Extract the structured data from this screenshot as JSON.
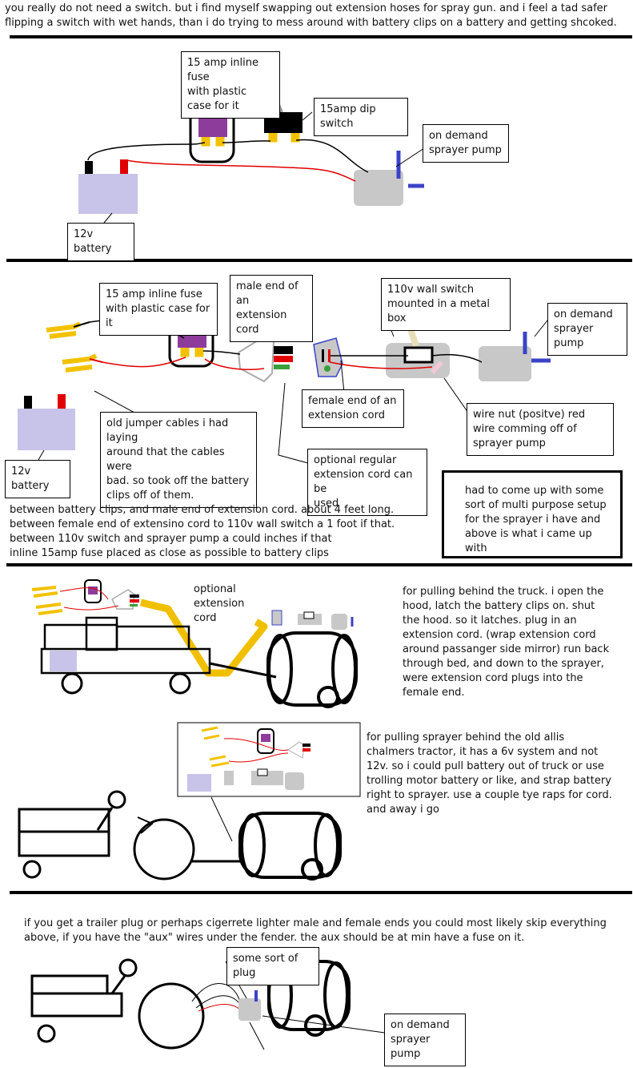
{
  "intro": "you really do not need a switch. but i find myself swapping out extension hoses for spray gun.  and i feel a tad safer flipping a switch with wet hands, than i do trying to mess around with battery clips on a battery and getting shcoked.",
  "panel1": {
    "fuse_label": "15 amp inline fuse\nwith plastic case for it",
    "switch_label": "15amp dip switch",
    "pump_label": "on demand\nsprayer pump",
    "battery_label": "12v battery"
  },
  "panel2": {
    "fuse_label": "15 amp inline fuse\nwith plastic case for it",
    "male_end_label": "male end of an\nextension cord",
    "wall_switch_label": "110v wall switch\nmounted in a metal box",
    "pump_label": "on demand\nsprayer pump",
    "female_end_label": "female end of an\nextension cord",
    "wire_nut_label": "wire nut (positve) red\nwire comming off of\nsprayer pump",
    "jumper_label": "old jumper cables i had laying\naround that the cables were\nbad. so took off the battery\nclips off of them.",
    "battery_label": "12v battery",
    "optional_cord_label": "optional regular\nextension cord can be\nused",
    "notes": "between battery clips, and male end of extension cord. about 4 feet long.\nbetween female end of extensino cord to 110v wall switch a 1 foot if that.\nbetween 110v switch and sprayer pump a could inches if that\n inline 15amp fuse placed as close as possible to battery clips",
    "summary_box": "had to come up with some\nsort of multi purpose setup\nfor the sprayer i have and\nabove is what i came up with"
  },
  "panel3": {
    "optional_cord": "optional\nextension\ncord",
    "truck_text": "for pulling behind the truck. i open the\nhood, latch the battery clips on. shut\nthe hood. so it latches.  plug in an\nextension cord. (wrap extension cord\naround passanger side mirror) run back\nthrough bed, and down to the sprayer,\nwere extension cord plugs into the\nfemale end.",
    "tractor_text": "for pulling sprayer behind the old allis\nchalmers tractor, it has a 6v system and not\n12v.  so i could pull battery out of truck or use\ntrolling motor battery or like, and strap battery\nright to sprayer.  use a couple tye raps for cord.\nand away i go"
  },
  "panel4": {
    "text": "if you get a trailer plug or perhaps cigerrete lighter male and female ends you could most likely skip everything\nabove, if you have the \"aux\" wires under the fender.  the aux should be at min have a fuse on it.",
    "plug_label": "some sort of plug",
    "pump_label": "on demand\nsprayer pump"
  },
  "colors": {
    "battery": "#c8c3e8",
    "fuse": "#8e3c9c",
    "fuse_tab": "#f2c200",
    "red_wire": "#e00000",
    "pump": "#c8c8c8",
    "outlet_blue": "#3a43c8",
    "cord": "#f0c000"
  }
}
